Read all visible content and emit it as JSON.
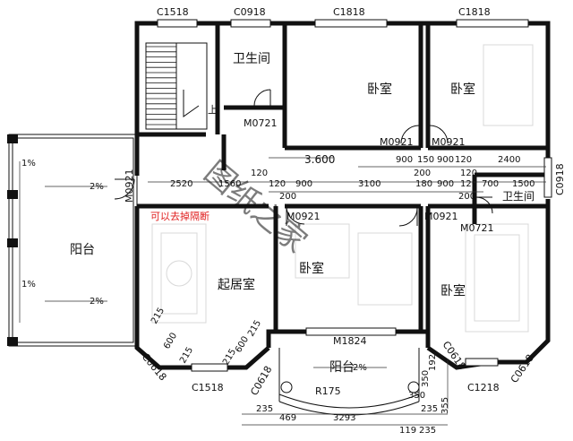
{
  "rooms": {
    "wc_top": "卫生间",
    "bed_tl": "卧室",
    "bed_tr": "卧室",
    "balcony_left": "阳台",
    "living": "起居室",
    "bed_mid": "卧室",
    "bed_right": "卧室",
    "wc_right": "卫生间",
    "balcony_bottom": "阳台"
  },
  "windows": {
    "top": [
      "C1518",
      "C0918",
      "C1818",
      "C1818"
    ],
    "right_c0918": "C0918",
    "bottom_c1518": "C1518",
    "bottom_c1218": "C1218",
    "c0618": [
      "C0618",
      "C0618",
      "C0618",
      "C0618"
    ],
    "m1824": "M1824"
  },
  "doors": {
    "m0721_top": "M0721",
    "m0921_stair": "M0921",
    "m0921_bed_tl": "M0921",
    "m0921_bed_tr": "M0921",
    "m0921_bed_mid": "M0921",
    "m0921_bed_right": "M0921",
    "m0721_right": "M0721"
  },
  "level": "3.600",
  "stair_label": "上",
  "note": "可以去掉隔断",
  "watermark": "图纸之家",
  "balcony_marks": [
    "1%",
    "1%",
    "2%",
    "2%",
    "2%"
  ],
  "radius": "R175",
  "dims": {
    "corridor_upper": [
      "900",
      "150",
      "900",
      "120",
      "2400"
    ],
    "corridor_mid": [
      "200",
      "120",
      "120"
    ],
    "corridor_lower": [
      "2520",
      "1560",
      "120",
      "900",
      "3100",
      "180",
      "900",
      "120",
      "700",
      "1500"
    ],
    "corridor_small": [
      "200",
      "200"
    ],
    "bay_left": [
      "215",
      "600",
      "215",
      "215",
      "600",
      "215"
    ],
    "bay_right_vertical": [
      "350",
      "192"
    ],
    "bottom_row1": [
      "235",
      "469",
      "350",
      "235"
    ],
    "bottom_row2": [
      "3293"
    ],
    "bottom_row3": [
      "119",
      "235",
      "355"
    ]
  }
}
